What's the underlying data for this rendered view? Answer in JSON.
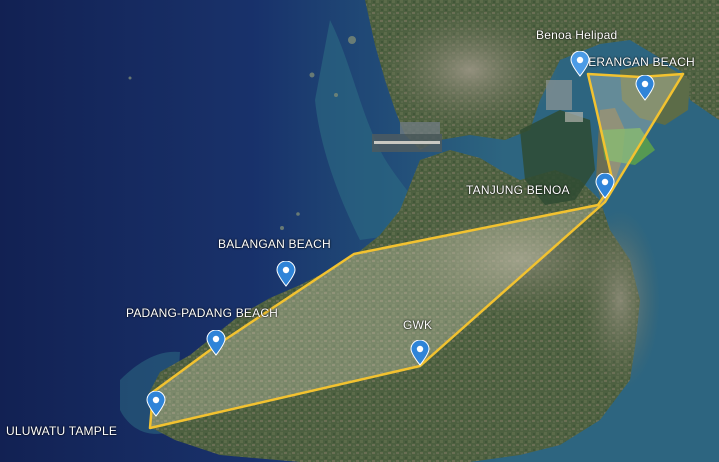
{
  "map": {
    "colors": {
      "ocean_deep": "#172a63",
      "ocean_shallow": "#2d5f86",
      "land": "#4f6343",
      "urban": "#8c8a7a",
      "area_outline": "#f2c230",
      "area_fill": "#f4efd9",
      "marker": "#2f84d8"
    },
    "places": {
      "benoa_helipad": "Benoa Helipad",
      "serangan_beach": "SERANGAN BEACH",
      "tanjung_benoa": "TANJUNG BENOA",
      "balangan_beach": "BALANGAN BEACH",
      "padang_padang_beach": "PADANG-PADANG BEACH",
      "gwk": "GWK",
      "uluwatu_tample": "ULUWATU TAMPLE"
    },
    "markers": [
      {
        "name": "marker-benoa-helipad",
        "icon": "map-pin-icon"
      },
      {
        "name": "marker-serangan-beach",
        "icon": "map-pin-icon"
      },
      {
        "name": "marker-tanjung-benoa",
        "icon": "map-pin-icon"
      },
      {
        "name": "marker-balangan-beach",
        "icon": "map-pin-icon"
      },
      {
        "name": "marker-padang-padang-beach",
        "icon": "map-pin-icon"
      },
      {
        "name": "marker-gwk",
        "icon": "map-pin-icon"
      },
      {
        "name": "marker-uluwatu-tample",
        "icon": "map-pin-icon"
      }
    ]
  }
}
